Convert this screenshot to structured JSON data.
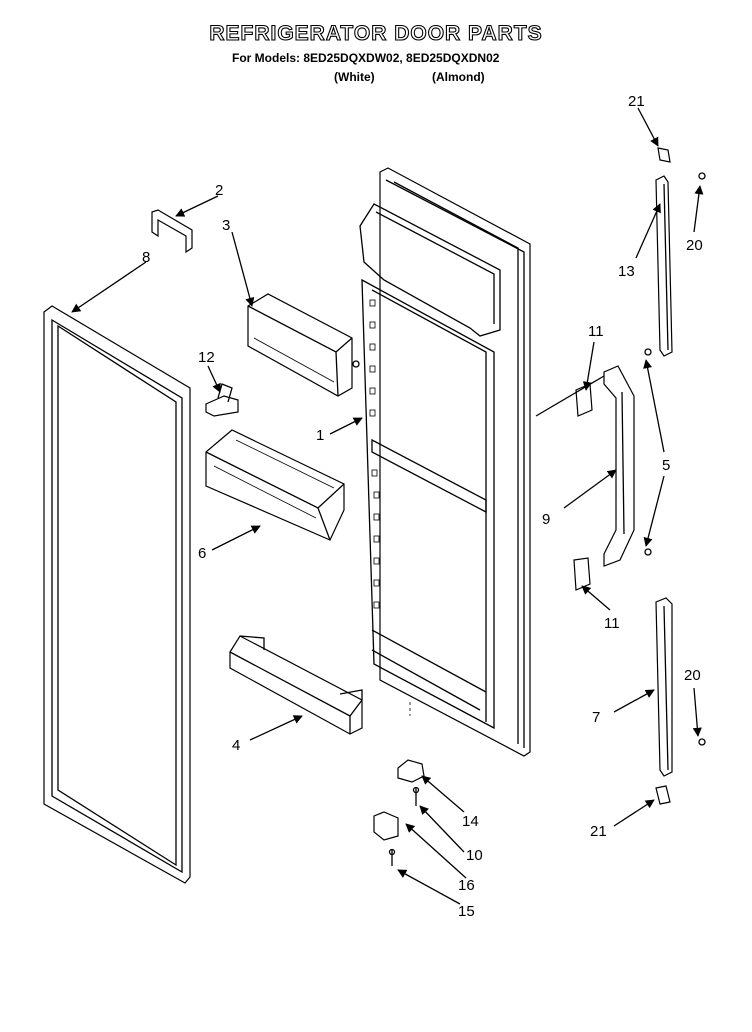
{
  "header": {
    "title": "REFRIGERATOR DOOR PARTS",
    "models_line": "For Models: 8ED25DQXDW02, 8ED25DQXDN02",
    "variant_white": "(White)",
    "variant_almond": "(Almond)"
  },
  "callouts": {
    "c1": "1",
    "c2": "2",
    "c3": "3",
    "c4": "4",
    "c5": "5",
    "c6": "6",
    "c7": "7",
    "c8": "8",
    "c9": "9",
    "c10": "10",
    "c11a": "11",
    "c11b": "11",
    "c12": "12",
    "c13": "13",
    "c14": "14",
    "c15": "15",
    "c16": "16",
    "c20a": "20",
    "c20b": "20",
    "c21a": "21",
    "c21b": "21"
  }
}
